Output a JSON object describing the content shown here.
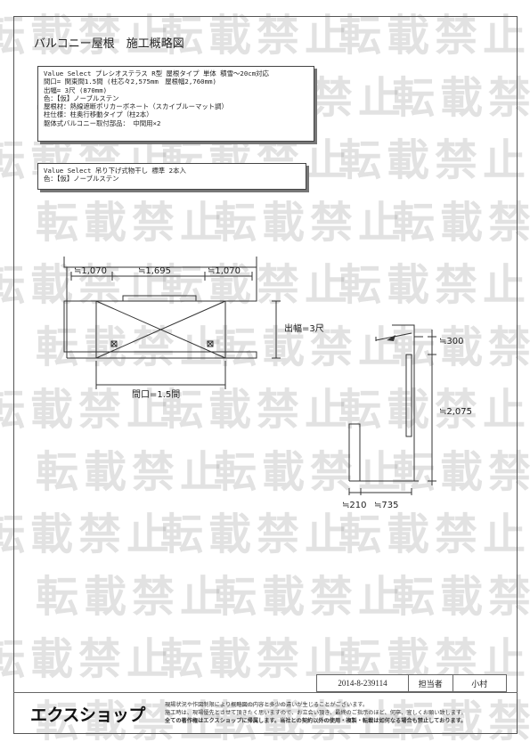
{
  "document": {
    "title": "バルコニー屋根　施工概略図"
  },
  "spec1": {
    "lines": [
      "Value Select プレシオステラス R型 屋根タイプ 単体 積雪～20cm対応",
      "間口= 関東間1.5間 (柱芯々2,575mm　屋根幅2,760mm)",
      "出幅= 3尺 (870mm)",
      "色：【仮】ノーブルステン",
      "屋根材：熱線遮断ポリカーボネート（スカイブルーマット調）",
      "柱仕様：柱奥行移動タイプ（柱2本）",
      "躯体式バルコニー取付部品： 中間用×2"
    ]
  },
  "spec2": {
    "lines": [
      "Value Select 吊り下げ式物干し 標準 2本入",
      "色：【仮】ノーブルステン"
    ]
  },
  "plan": {
    "dim_left": "≒1,070",
    "dim_center": "≒1,695",
    "dim_right": "≒1,070",
    "depth_label": "出幅=3尺",
    "width_label": "間口=1.5間"
  },
  "section": {
    "dim_top": "≒300",
    "dim_height": "≒2,075",
    "dim_left": "≒210",
    "dim_right": "≒735"
  },
  "watermark": {
    "text": "転載禁止"
  },
  "footer": {
    "doc_number": "2014-8-239114",
    "person_label": "担当者",
    "person_name": "小村",
    "logo_text": "エクスショップ",
    "notes": [
      "現場状況や作図制限により概略図の内容と多少の違いが生じることがございます。",
      "施工時は、現場優先とさせて頂きたく思いますので、お立会い頂き、最終のご指示のほど、何卒、宜しくお願い致します。",
      "全ての著作権はエクスショップに帰属します。当社との契約以外の使用・複製・転載は如何なる場合も禁止しております。"
    ]
  }
}
